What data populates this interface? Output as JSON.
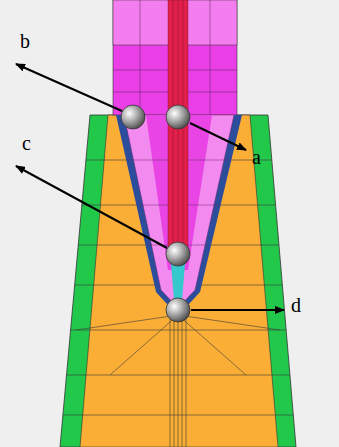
{
  "diagram": {
    "labels": [
      "b",
      "a",
      "c",
      "d"
    ]
  }
}
